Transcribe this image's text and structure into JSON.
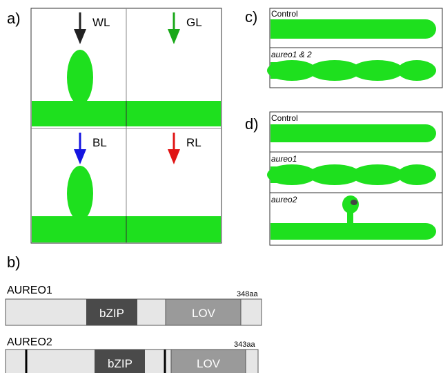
{
  "panels": {
    "a": {
      "label": "a)",
      "quadrants": [
        {
          "light": "WL",
          "arrow_color": "#222222"
        },
        {
          "light": "GL",
          "arrow_color": "#19a819"
        },
        {
          "light": "BL",
          "arrow_color": "#1515e0"
        },
        {
          "light": "RL",
          "arrow_color": "#e01515"
        }
      ]
    },
    "b": {
      "label": "b)",
      "proteins": [
        {
          "name": "AUREO1",
          "length": "348aa",
          "bzip": "bZIP",
          "lov": "LOV"
        },
        {
          "name": "AUREO2",
          "length": "343aa",
          "bzip": "bZIP",
          "lov": "LOV"
        }
      ]
    },
    "c": {
      "label": "c)",
      "rows": [
        {
          "label": "Control"
        },
        {
          "label": "aureo1 & 2"
        }
      ]
    },
    "d": {
      "label": "d)",
      "rows": [
        {
          "label": "Control"
        },
        {
          "label": "aureo1"
        },
        {
          "label": "aureo2"
        }
      ]
    }
  },
  "colors": {
    "green": "#1ee01e",
    "bzip": "#4a4a4a",
    "lov": "#9a9a9a",
    "bar": "#e6e6e6",
    "dot": "#444444"
  }
}
